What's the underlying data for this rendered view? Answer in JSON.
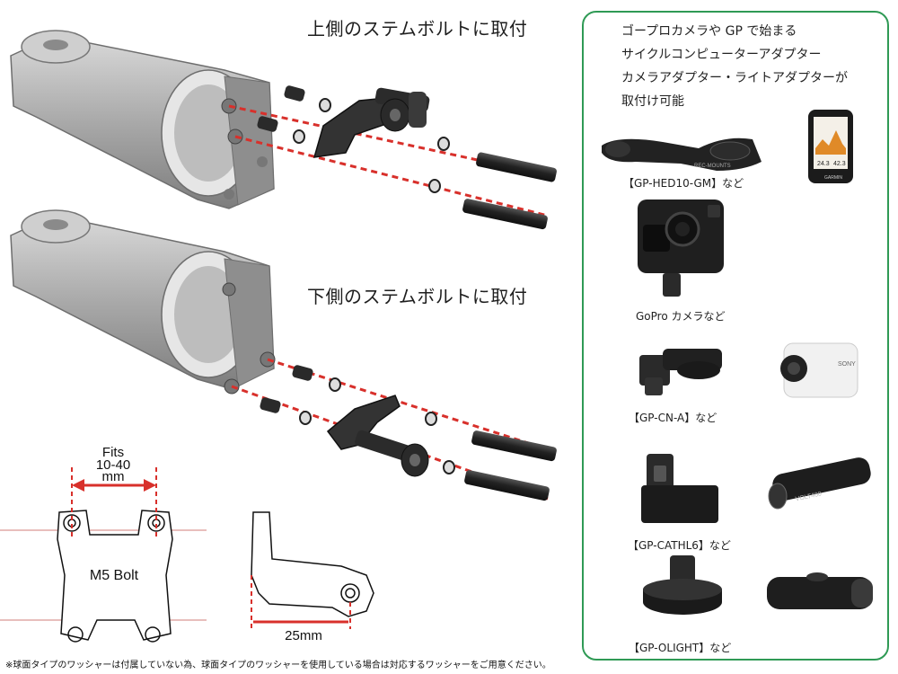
{
  "headings": {
    "upper": "上側のステムボルトに取付",
    "lower": "下側のステムボルトに取付"
  },
  "dimensions": {
    "fits_line1": "Fits",
    "fits_line2": "10-40",
    "fits_line3": "mm",
    "bolt": "M5 Bolt",
    "width": "25mm"
  },
  "panel": {
    "lines": [
      "ゴープロカメラや GP で始まる",
      "サイクルコンピューターアダプター",
      "カメラアダプター・ライトアダプターが",
      "取付け可能"
    ],
    "captions": {
      "hed10": "【GP-HED10-GM】など",
      "gopro": "GoPro カメラなど",
      "cna": "【GP-CN-A】など",
      "cathl6": "【GP-CATHL6】など",
      "olight": "【GP-OLIGHT】など"
    },
    "product_labels": {
      "rec_mounts": "REC-MOUNTS",
      "garmin": "GARMIN",
      "sony": "SONY",
      "volt": "VOLT400"
    },
    "device_readouts": {
      "speed": "24.3",
      "value2": "42.3"
    }
  },
  "footnote": "※球面タイプのワッシャーは付属していない為、球面タイプのワッシャーを使用している場合は対応するワッシャーをご用意ください。",
  "colors": {
    "panel_border": "#2f9a55",
    "red_line": "#d8302b",
    "stem_gray": "#9c9c9c",
    "part_black": "#2a2a2a"
  }
}
